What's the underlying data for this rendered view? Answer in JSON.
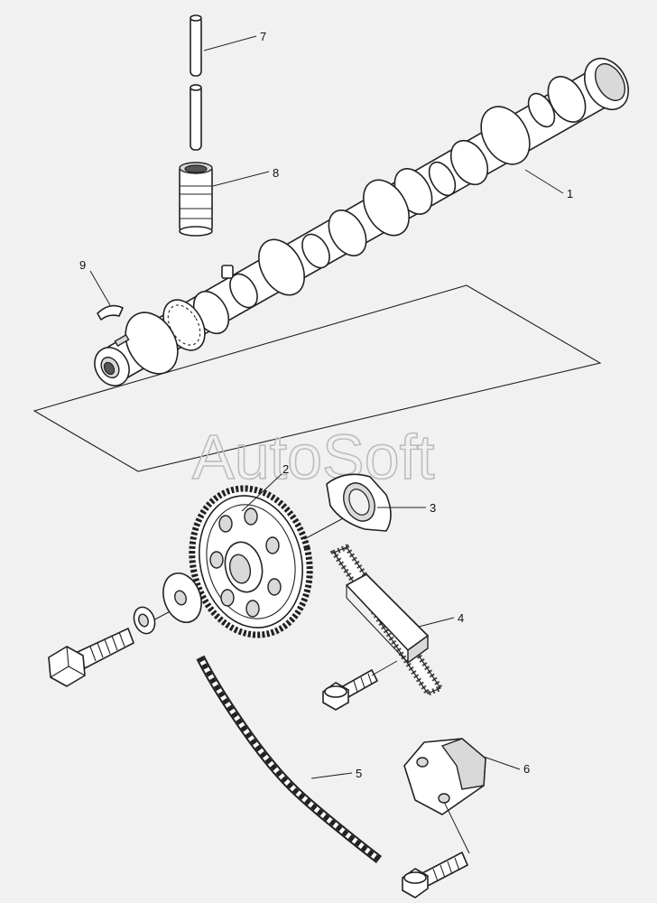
{
  "diagram": {
    "watermark": "AutoSoft",
    "callouts": [
      {
        "id": "1",
        "text": "1"
      },
      {
        "id": "2",
        "text": "2"
      },
      {
        "id": "3",
        "text": "3"
      },
      {
        "id": "4",
        "text": "4"
      },
      {
        "id": "5",
        "text": "5"
      },
      {
        "id": "6",
        "text": "6"
      },
      {
        "id": "7",
        "text": "7"
      },
      {
        "id": "8",
        "text": "8"
      },
      {
        "id": "9",
        "text": "9"
      }
    ]
  }
}
